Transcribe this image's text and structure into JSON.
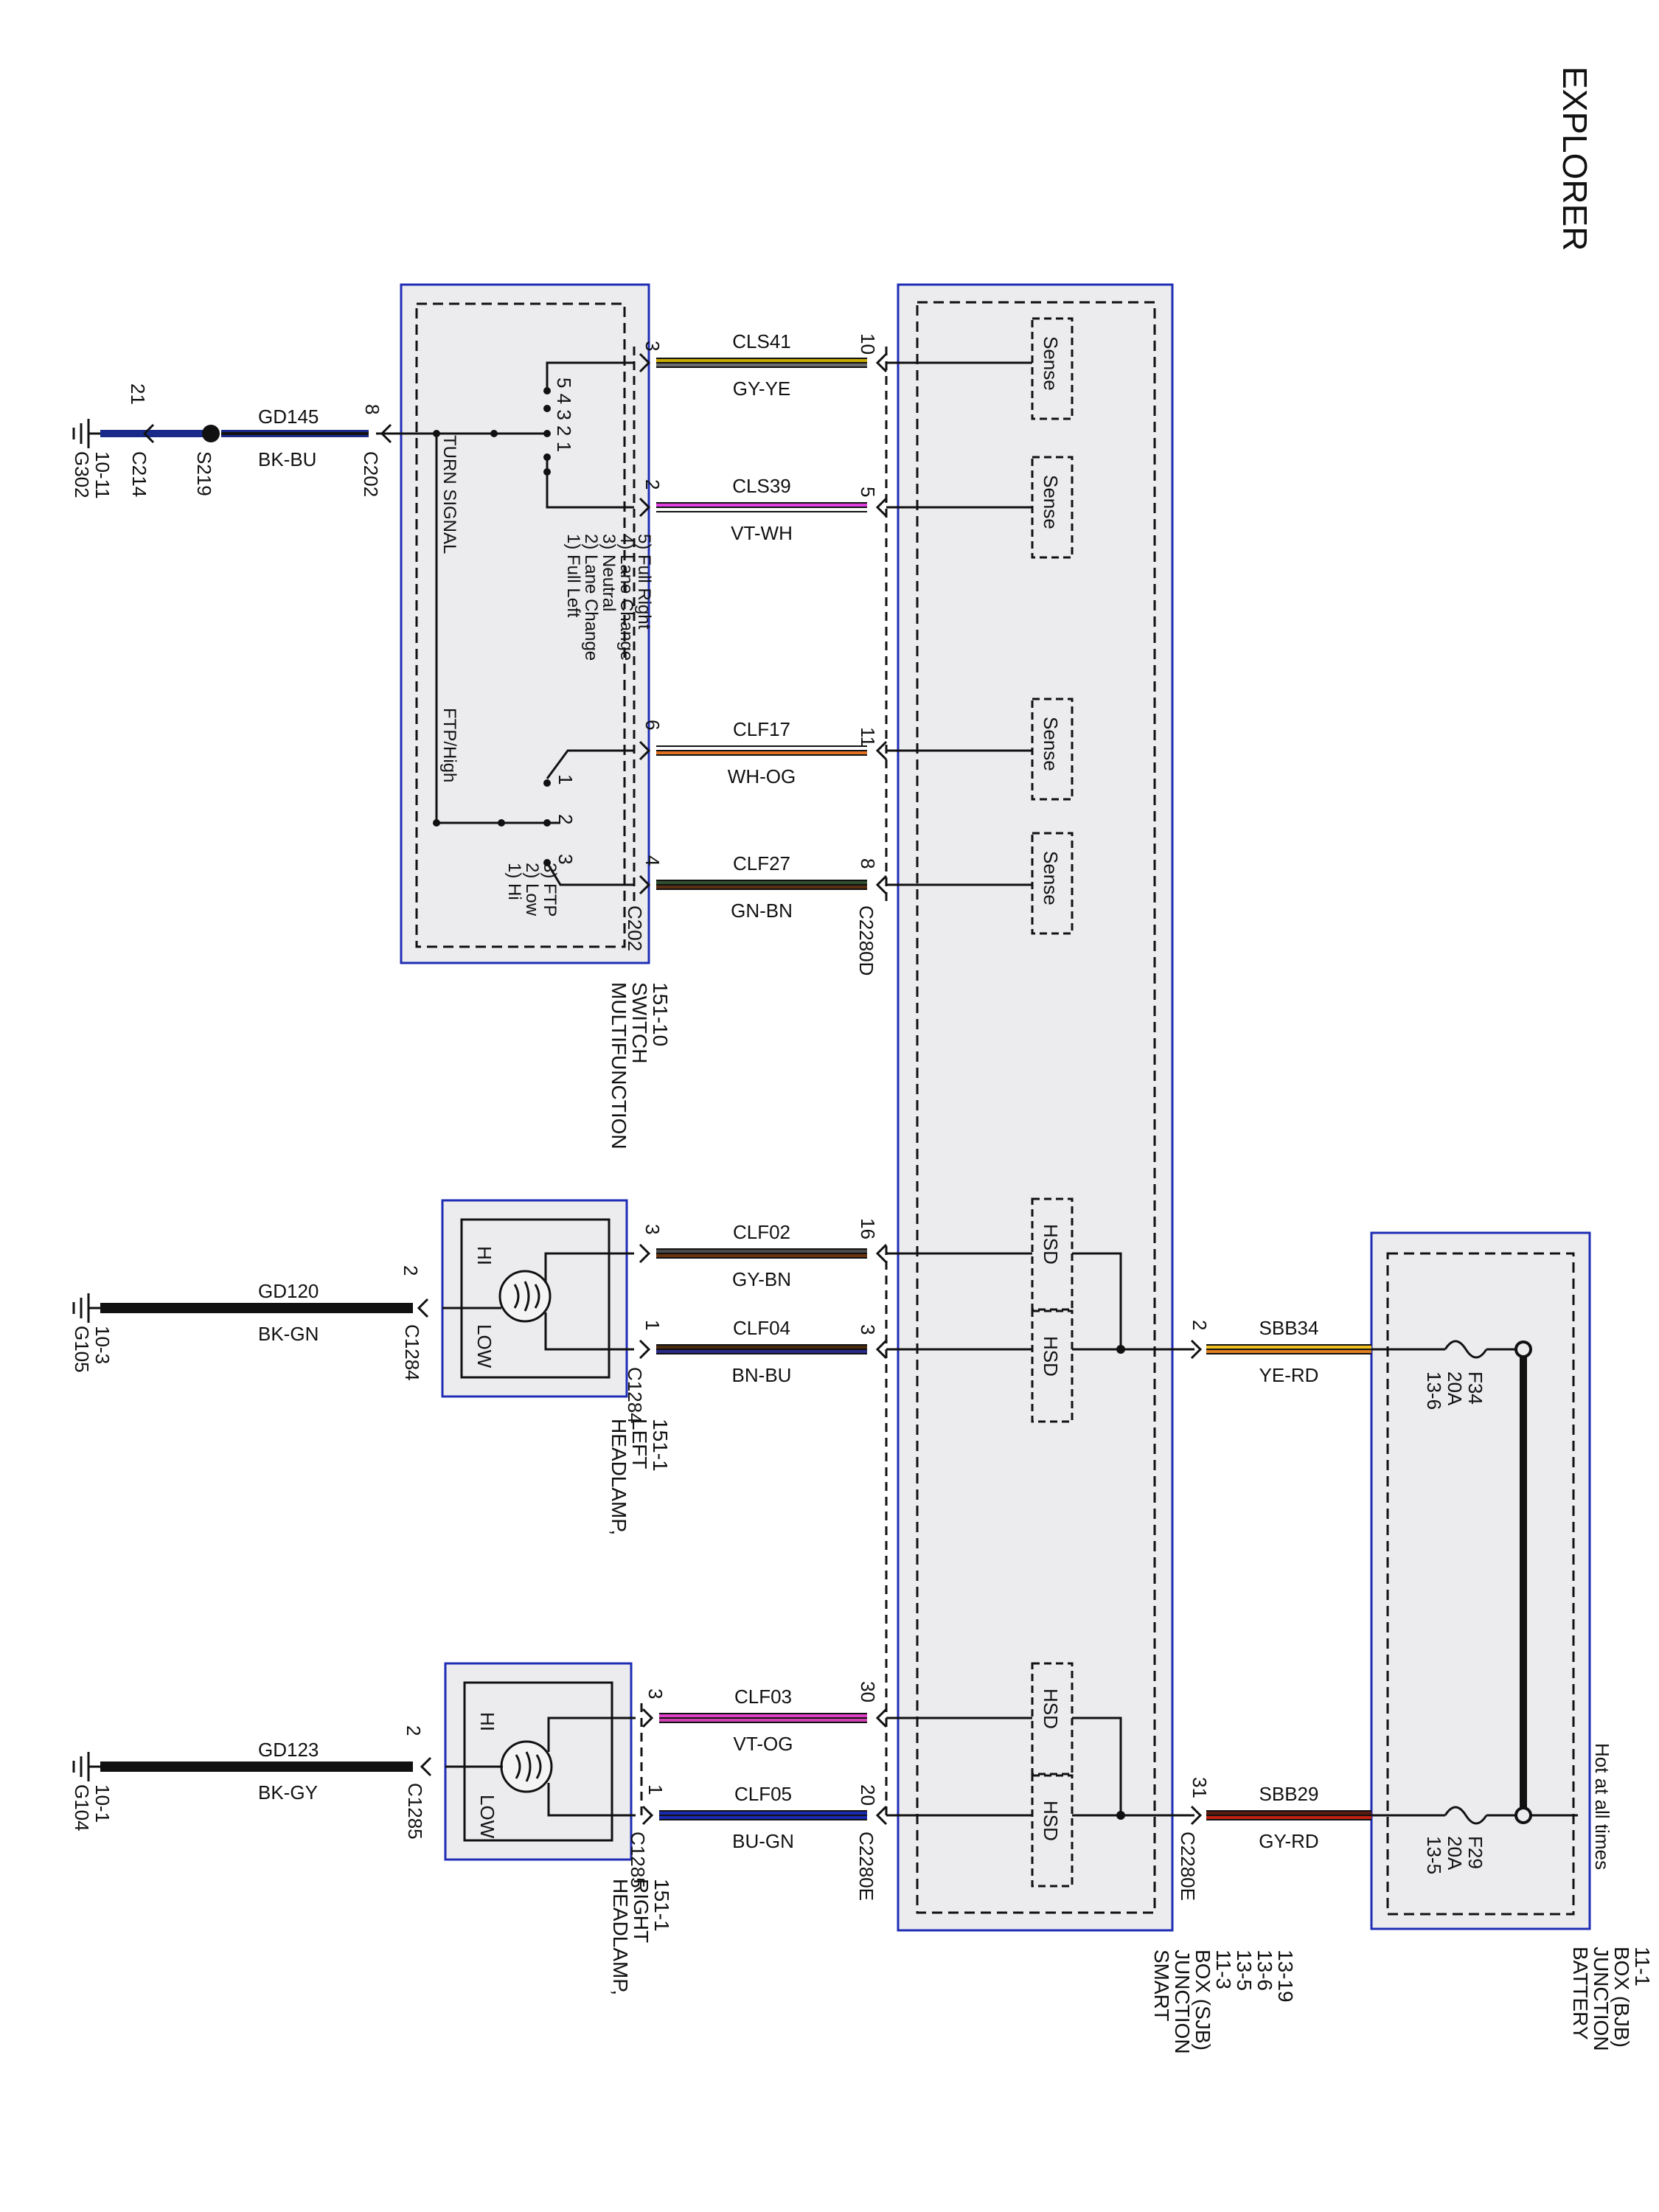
{
  "vehicle": "EXPLORER",
  "colors": {
    "module_outline": "#1f2db4",
    "module_fill": "#ececef",
    "wire": "#111111",
    "GY-YE": [
      "#c8aa00",
      "#6e6e6e"
    ],
    "VT-WH": [
      "#e040e0",
      "#ffffff"
    ],
    "WH-OG": [
      "#ffffff",
      "#e07020"
    ],
    "GN-BN": [
      "#2f4f2f",
      "#5a2e10"
    ],
    "GY-BN": [
      "#4a4a4a",
      "#6b3410"
    ],
    "BN-BU": [
      "#4a2a10",
      "#2a2a8a"
    ],
    "VT-OG": [
      "#e040c8",
      "#d040b0"
    ],
    "BU-GN": [
      "#1a2ab0",
      "#1a2ab0"
    ],
    "BK-BU": [
      "#111111",
      "#1a2a8a"
    ],
    "BK-GN": [
      "#111111",
      "#111111"
    ],
    "BK-GY": [
      "#111111",
      "#111111"
    ],
    "YE-RD": [
      "#f0c020",
      "#e08020"
    ],
    "GY-RD": [
      "#5a1a10",
      "#c02010"
    ]
  },
  "modules": {
    "multifunction_switch": {
      "name_lines": [
        "MULTIFUNCTION",
        "SWITCH",
        "151-10"
      ],
      "turn_signal_label": "TURN SIGNAL",
      "turn_positions": [
        "1) Full Left",
        "2) Lane Change",
        "3) Neutral",
        "4) Lane Change",
        "5) Full Right"
      ],
      "contact_numbers_top": "5 4 3 2 1",
      "ftp_label": "FTP/High",
      "ftp_positions": [
        "1) Hi",
        "2) Low",
        "3) FTP"
      ],
      "contact_1": "1",
      "contact_2": "2",
      "contact_3": "3"
    },
    "sjb": {
      "name_lines": [
        "SMART",
        "JUNCTION",
        "BOX (SJB)",
        "11-3",
        "13-5",
        "13-6",
        "13-19"
      ],
      "sense_label": "Sense",
      "hsd_label": "HSD"
    },
    "bjb": {
      "name_lines": [
        "BATTERY",
        "JUNCTION",
        "BOX (BJB)",
        "11-1"
      ],
      "hot_label": "Hot at all times",
      "fuses": [
        {
          "name": "F34",
          "rating": "20A",
          "ref": "13-6"
        },
        {
          "name": "F29",
          "rating": "20A",
          "ref": "13-5"
        }
      ]
    },
    "headlamp_left": {
      "name_lines": [
        "HEADLAMP,",
        "LEFT",
        "151-1"
      ],
      "hi": "HI",
      "low": "LOW"
    },
    "headlamp_right": {
      "name_lines": [
        "HEADLAMP,",
        "RIGHT",
        "151-1"
      ],
      "hi": "HI",
      "low": "LOW"
    }
  },
  "connectors": {
    "c202": "C202",
    "c2280d": "C2280D",
    "c2280e": "C2280E",
    "c1284": "C1284",
    "c1285": "C1285",
    "c214": "C214",
    "s219": "S219"
  },
  "grounds": {
    "g302": [
      "G302",
      "10-11"
    ],
    "g105": [
      "G105",
      "10-3"
    ],
    "g104": [
      "G104",
      "10-1"
    ]
  },
  "wires": [
    {
      "circuit": "CLS41",
      "color": "GY-YE",
      "pin_left": "3",
      "pin_right": "10"
    },
    {
      "circuit": "CLS39",
      "color": "VT-WH",
      "pin_left": "2",
      "pin_right": "5"
    },
    {
      "circuit": "CLF17",
      "color": "WH-OG",
      "pin_left": "6",
      "pin_right": "11"
    },
    {
      "circuit": "CLF27",
      "color": "GN-BN",
      "pin_left": "4",
      "pin_right": "8"
    },
    {
      "circuit": "CLF02",
      "color": "GY-BN",
      "pin_left": "3",
      "pin_right": "16"
    },
    {
      "circuit": "CLF04",
      "color": "BN-BU",
      "pin_left": "1",
      "pin_right": "3"
    },
    {
      "circuit": "CLF03",
      "color": "VT-OG",
      "pin_left": "3",
      "pin_right": "30"
    },
    {
      "circuit": "CLF05",
      "color": "BU-GN",
      "pin_left": "1",
      "pin_right": "20"
    },
    {
      "circuit": "SBB34",
      "color": "YE-RD",
      "pin_left": "2",
      "pin_right": ""
    },
    {
      "circuit": "SBB29",
      "color": "GY-RD",
      "pin_left": "31",
      "pin_right": ""
    }
  ],
  "ground_wires": [
    {
      "circuit": "GD145",
      "color": "BK-BU",
      "pin": "8",
      "pin2": "21"
    },
    {
      "circuit": "GD120",
      "color": "BK-GN",
      "pin": "2"
    },
    {
      "circuit": "GD123",
      "color": "BK-GY",
      "pin": "2"
    }
  ]
}
